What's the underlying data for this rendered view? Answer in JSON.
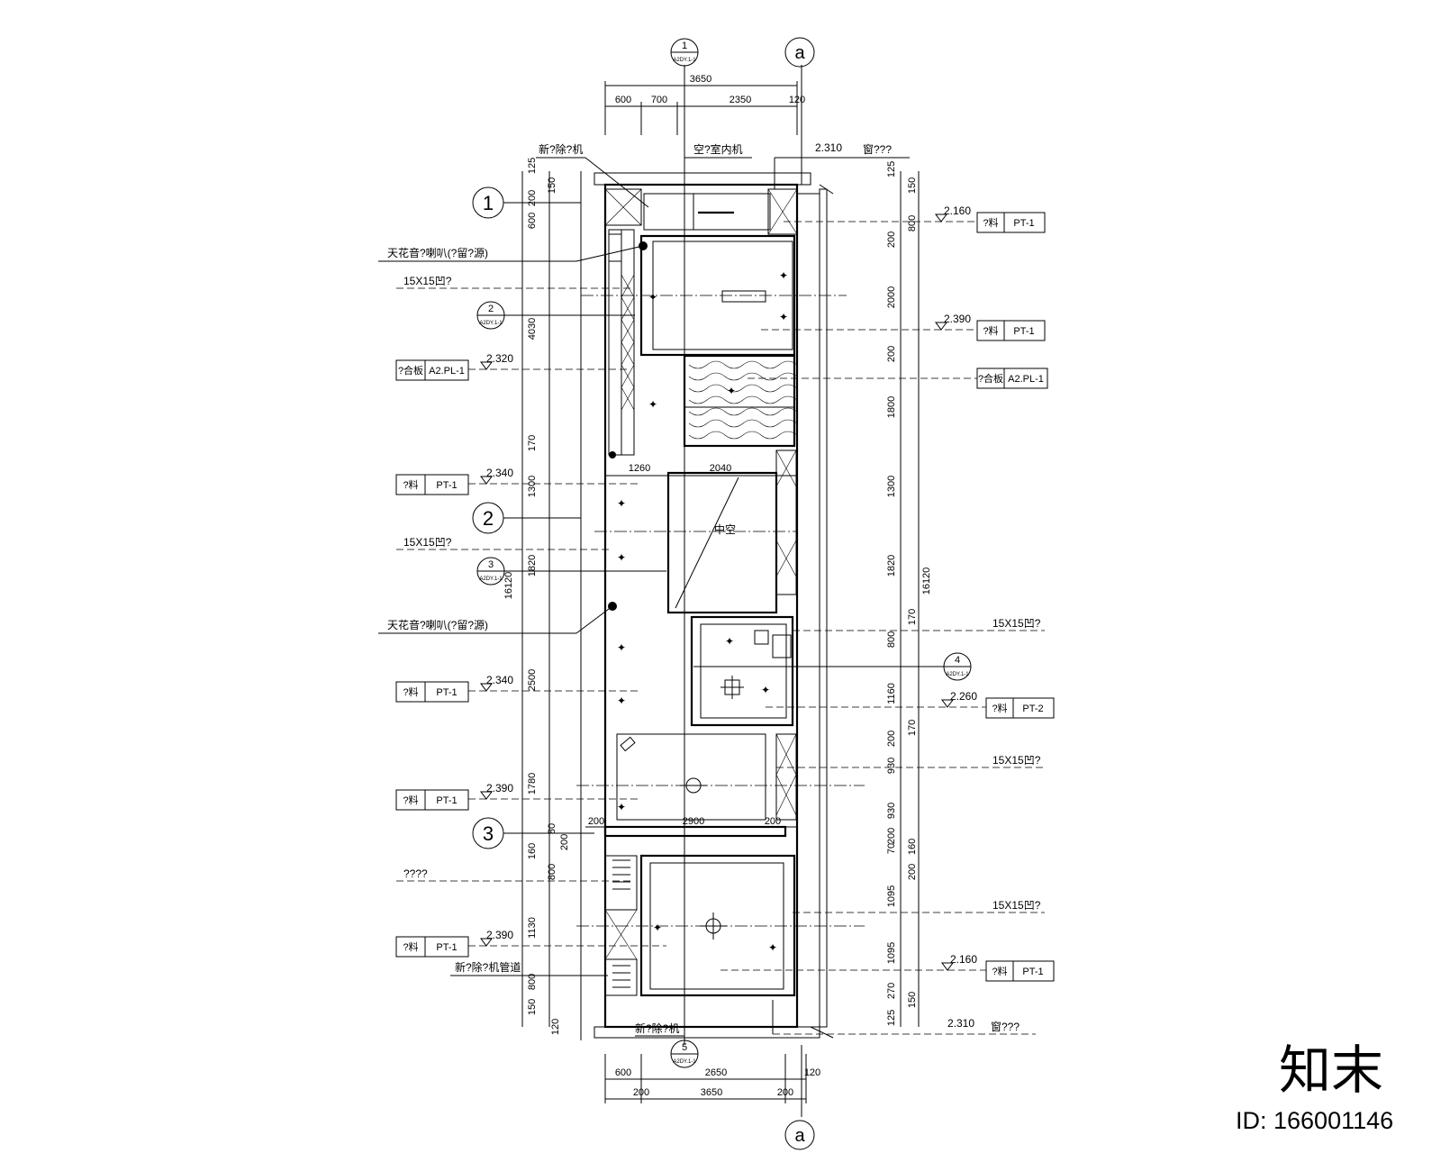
{
  "axis_labels": {
    "a_top": "a",
    "a_bottom": "a",
    "row_1": "1",
    "row_2": "2",
    "row_3": "3"
  },
  "section_markers": [
    {
      "num": "1",
      "ref": "A2DY.1-1"
    },
    {
      "num": "2",
      "ref": "A2DY.1-1"
    },
    {
      "num": "3",
      "ref": "A2DY.1-1"
    },
    {
      "num": "4",
      "ref": "A2DY.1-1"
    },
    {
      "num": "5",
      "ref": "A2DY.1-1"
    }
  ],
  "top_dims": {
    "overall": "3650",
    "d1": "600",
    "d2": "700",
    "d3": "2350",
    "d4": "120"
  },
  "bottom_dims": {
    "d1": "600",
    "d2": "2650",
    "d3": "120",
    "d4": "200",
    "d5": "200",
    "overall": "3650"
  },
  "left_dims": [
    "125",
    "200",
    "150",
    "600",
    "4030",
    "170",
    "1300",
    "1820",
    "2500",
    "1780",
    "80",
    "200",
    "160",
    "800",
    "1130",
    "800",
    "150",
    "120"
  ],
  "left_overall": "16120",
  "right_dims": [
    "125",
    "150",
    "800",
    "200",
    "2000",
    "200",
    "1800",
    "1300",
    "1820",
    "170",
    "800",
    "1160",
    "170",
    "200",
    "930",
    "930",
    "200",
    "70",
    "160",
    "1095",
    "1095",
    "270",
    "150",
    "125"
  ],
  "right_overall": "16120",
  "right_overall2": "200",
  "inner_dims": {
    "a": "1260",
    "b": "2040",
    "c": "200",
    "d": "2900",
    "e": "200"
  },
  "callouts_left": {
    "fresh_air_top": "新?除?机",
    "speaker1": "天花音?喇叭(?留?源)",
    "groove1": "15X15凹?",
    "groove2": "15X15凹?",
    "speaker2": "天花音?喇叭(?留?源)",
    "qqqq": "????",
    "fresh_air_pipe": "新?除?机管道",
    "fresh_air_bottom": "新?除?机"
  },
  "callouts_right": {
    "ac_unit": "空?室内机",
    "top_curtain": "窗???",
    "bottom_curtain": "窗???",
    "groove_r1": "15X15凹?",
    "groove_r2": "15X15凹?",
    "groove_r3": "15X15凹?"
  },
  "center_label": "中空",
  "levels": {
    "top": "2.310",
    "r1": "2.160",
    "r2": "2.390",
    "l1": "2.320",
    "l2": "2.340",
    "l3": "2.340",
    "r3": "2.260",
    "l4": "2.390",
    "l5": "2.390",
    "r4": "2.160",
    "bottom": "2.310"
  },
  "tags": {
    "r1": {
      "mat": "?料",
      "code": "PT-1"
    },
    "r2": {
      "mat": "?料",
      "code": "PT-1"
    },
    "r_plywood": {
      "mat": "?合板",
      "code": "A2.PL-1"
    },
    "l_plywood": {
      "mat": "?合板",
      "code": "A2.PL-1"
    },
    "l2": {
      "mat": "?料",
      "code": "PT-1"
    },
    "l3": {
      "mat": "?料",
      "code": "PT-1"
    },
    "r3": {
      "mat": "?料",
      "code": "PT-2"
    },
    "l4": {
      "mat": "?料",
      "code": "PT-1"
    },
    "l5": {
      "mat": "?料",
      "code": "PT-1"
    },
    "r4": {
      "mat": "?料",
      "code": "PT-1"
    }
  },
  "watermark": {
    "brand": "知末",
    "id": "ID: 166001146"
  }
}
